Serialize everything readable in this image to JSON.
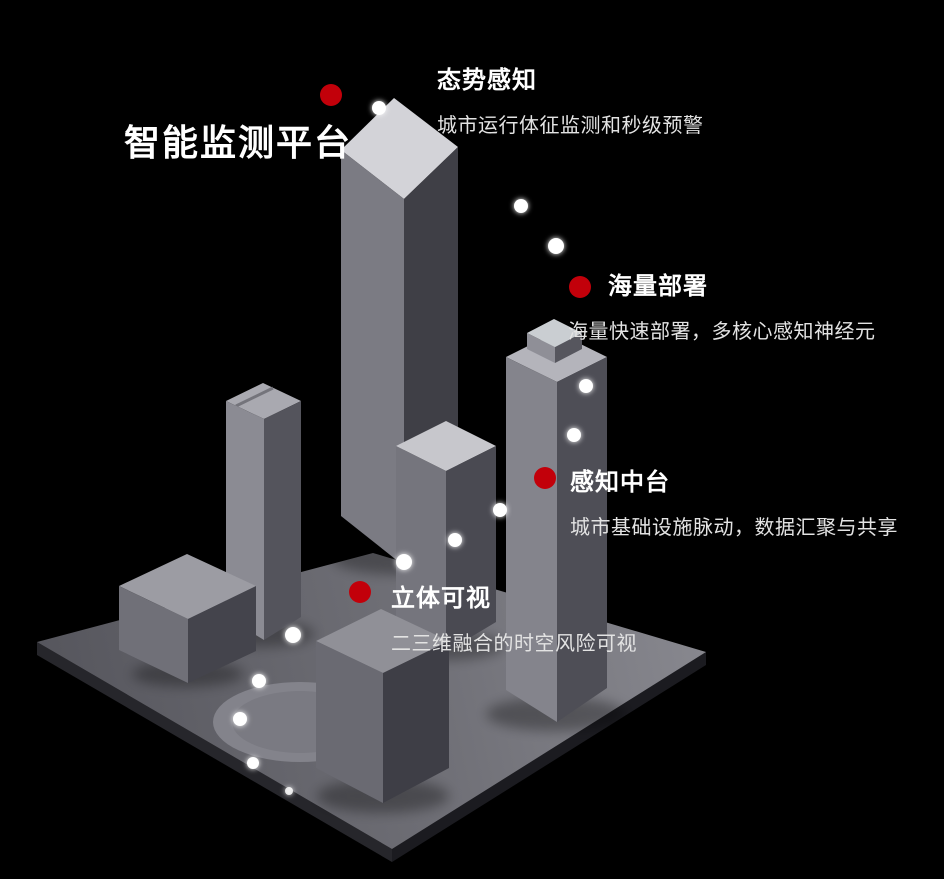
{
  "scene": {
    "background": "#000000",
    "accent_color": "#c2000a",
    "trail_dot_color": "#ffffff"
  },
  "title": {
    "text": "智能监测平台"
  },
  "callouts": [
    {
      "title": "态势感知",
      "subtitle": "城市运行体征监测和秒级预警"
    },
    {
      "title": "海量部署",
      "subtitle": "海量快速部署，多核心感知神经元"
    },
    {
      "title": "感知中台",
      "subtitle": "城市基础设施脉动，数据汇聚与共享"
    },
    {
      "title": "立体可视",
      "subtitle": "二三维融合的时空风险可视"
    }
  ]
}
